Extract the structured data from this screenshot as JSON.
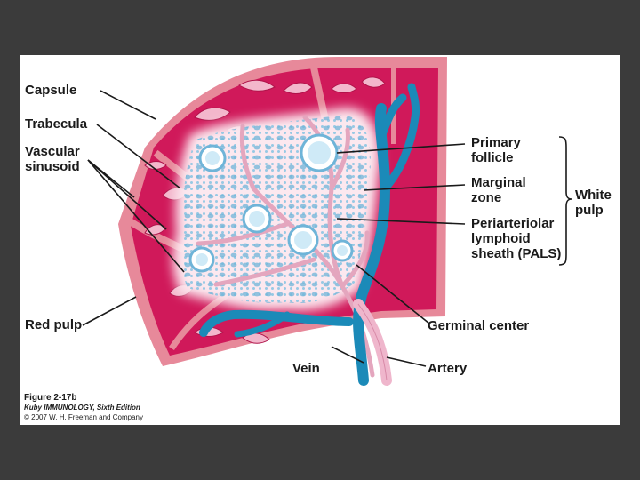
{
  "labels": {
    "capsule": "Capsule",
    "trabecula": "Trabecula",
    "vascular_sinusoid_1": "Vascular",
    "vascular_sinusoid_2": "sinusoid",
    "red_pulp": "Red pulp",
    "primary_follicle_1": "Primary",
    "primary_follicle_2": "follicle",
    "marginal_zone_1": "Marginal",
    "marginal_zone_2": "zone",
    "pals_1": "Periarteriolar",
    "pals_2": "lymphoid",
    "pals_3": "sheath (PALS)",
    "white_pulp_1": "White",
    "white_pulp_2": "pulp",
    "germinal_center": "Germinal center",
    "vein": "Vein",
    "artery": "Artery"
  },
  "caption": {
    "figure": "Figure 2-17b",
    "book": "Kuby IMMUNOLOGY, Sixth Edition",
    "copyright": "© 2007 W. H. Freeman and Company"
  },
  "colors": {
    "background": "#3b3b3b",
    "capsule": "#e7899a",
    "red_pulp": "#d0195a",
    "white_pulp": "#fce8ef",
    "pals_dots": "#6fb4d8",
    "vein": "#1b8ab8",
    "artery": "#efb6cc"
  }
}
